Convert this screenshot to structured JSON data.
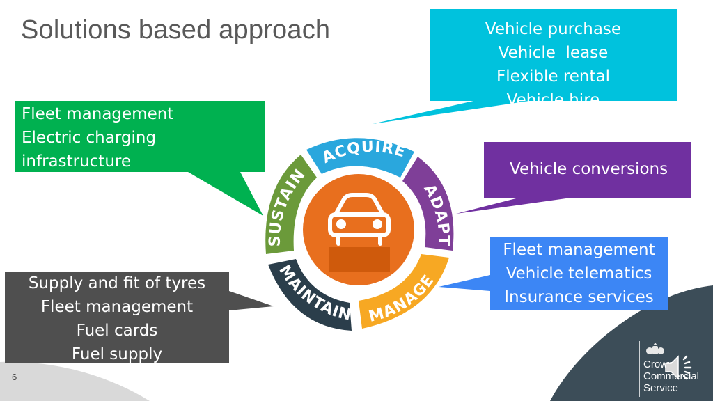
{
  "slide": {
    "title": "Solutions based approach",
    "page_number": "6"
  },
  "cycle": {
    "stages": {
      "acquire": "ACQUIRE",
      "adapt": "ADAPT",
      "manage": "MANAGE",
      "maintain": "MAINTAIN",
      "sustain": "SUSTAIN"
    },
    "center_icon": "car-icon",
    "colors": {
      "acquire": "#2aa7dd",
      "adapt": "#7f3f98",
      "manage": "#f7a823",
      "maintain": "#2b3e4b",
      "sustain": "#6b9a3a",
      "center": "#e86f1e"
    }
  },
  "callouts": {
    "acquire": {
      "lines": [
        "Vehicle purchase",
        "Vehicle  lease",
        "Flexible rental",
        "Vehicle hire"
      ],
      "color": "#00c2dd"
    },
    "sustain": {
      "lines": [
        "Fleet management",
        "Electric charging",
        "infrastructure"
      ],
      "color": "#00b150"
    },
    "adapt": {
      "lines": [
        "Vehicle conversions"
      ],
      "color": "#7030a0"
    },
    "manage": {
      "lines": [
        "Fleet management",
        "Vehicle telematics",
        "Insurance services"
      ],
      "color": "#3c86f5"
    },
    "maintain": {
      "lines": [
        "Supply and fit of tyres",
        "Fleet management",
        "Fuel cards",
        "Fuel supply"
      ],
      "color": "#4f4f4f"
    }
  },
  "brand": {
    "lines": [
      "Crown",
      "Commercial",
      "Service"
    ],
    "logo_icon": "royal-crest-icon",
    "audio_icon": "speaker-icon"
  }
}
